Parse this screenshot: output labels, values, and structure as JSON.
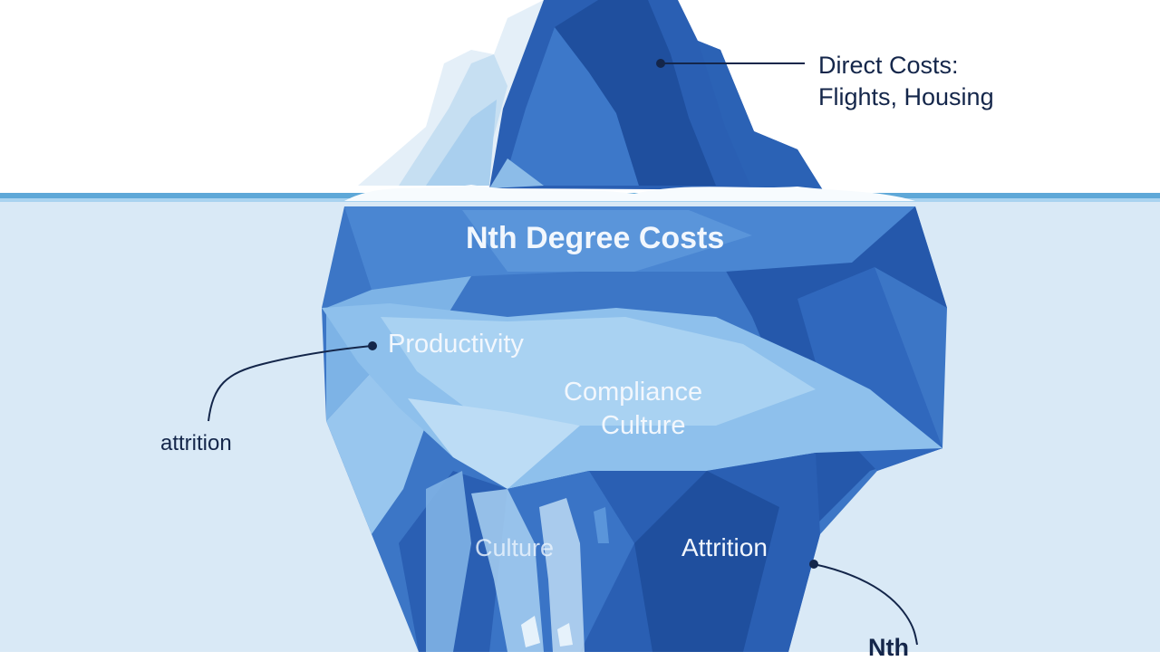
{
  "labels": {
    "direct_costs_line1": "Direct Costs:",
    "direct_costs_line2": "Flights, Housing",
    "nth_degree_heading": "Nth Degree Costs",
    "productivity": "Productivity",
    "compliance_line1": "Compliance",
    "compliance_line2": "Culture",
    "attrition_left": "attrition",
    "culture_faded": "Culture",
    "attrition_right": "Attrition",
    "nth_cut_off": "Nth"
  },
  "icons": [
    "iceberg-illustration",
    "waterline",
    "leader-dot"
  ],
  "colors": {
    "sky": "#ffffff",
    "water": "#d9e9f6",
    "waterline": "#5ea8d8",
    "ice_dark": "#2456a8",
    "ice_mid": "#3f7fcc",
    "ice_light": "#9ccaf0",
    "text_dark": "#14264a",
    "text_light": "#f2f7fd"
  }
}
